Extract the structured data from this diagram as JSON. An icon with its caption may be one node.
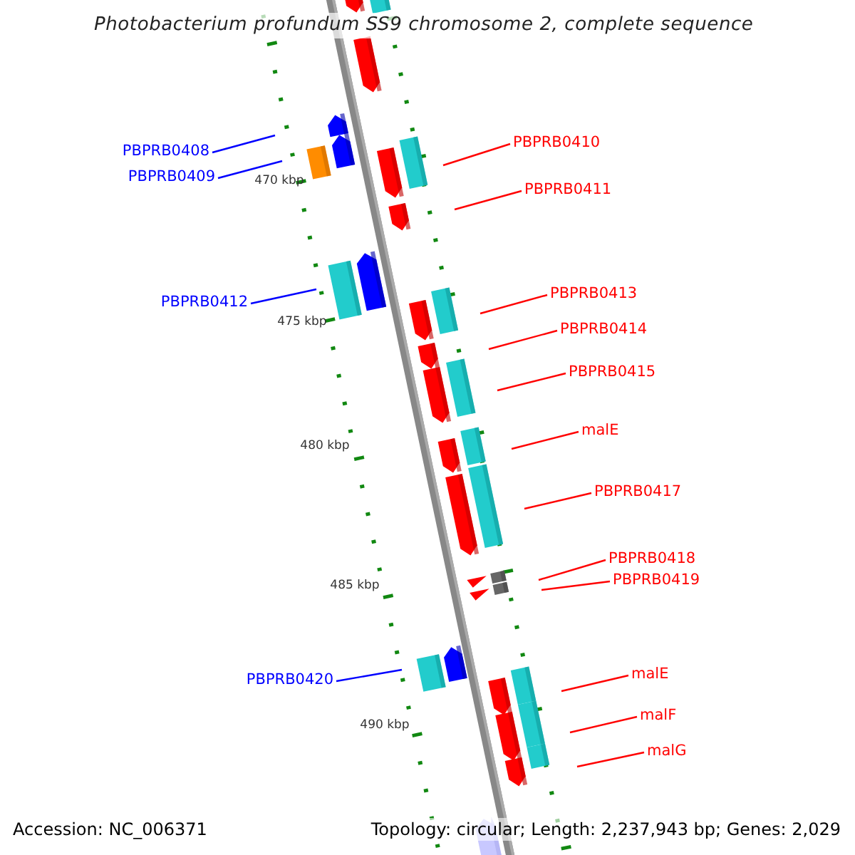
{
  "diagram": {
    "title": "Photobacterium profundum SS9 chromosome 2, complete sequence",
    "nodes": [
      {
        "text": [
          "PBPRB0408"
        ]
      },
      {
        "text": [
          "PBPRB0409"
        ]
      },
      {
        "text": [
          "PBPRB0410"
        ]
      },
      {
        "text": [
          "PBPRB0411"
        ]
      },
      {
        "text": [
          "PBPRB0412"
        ]
      },
      {
        "text": [
          "PBPRB0413"
        ]
      },
      {
        "text": [
          "PBPRB0414"
        ]
      },
      {
        "text": [
          "PBPRB0415"
        ]
      },
      {
        "text": [
          "malE"
        ]
      },
      {
        "text": [
          "PBPRB0417"
        ]
      },
      {
        "text": [
          "PBPRB0418"
        ]
      },
      {
        "text": [
          "PBPRB0419"
        ]
      },
      {
        "text": [
          "PBPRB0420"
        ]
      },
      {
        "text": [
          "malE"
        ]
      },
      {
        "text": [
          "malF"
        ]
      },
      {
        "text": [
          "malG"
        ]
      }
    ],
    "edges": [
      {
        "from": 0,
        "to": null,
        "arrow": "none",
        "color": "#0000ff"
      },
      {
        "from": 1,
        "to": null,
        "arrow": "none",
        "color": "#0000ff"
      },
      {
        "from": 2,
        "to": null,
        "arrow": "none"
      },
      {
        "from": 3,
        "to": null,
        "arrow": "none"
      },
      {
        "from": 4,
        "to": null,
        "arrow": "none",
        "color": "#0000ff"
      },
      {
        "from": 5,
        "to": null,
        "arrow": "none"
      },
      {
        "from": 6,
        "to": null,
        "arrow": "none"
      },
      {
        "from": 7,
        "to": null,
        "arrow": "none"
      },
      {
        "from": 8,
        "to": null,
        "arrow": "none"
      },
      {
        "from": 9,
        "to": null,
        "arrow": "none"
      },
      {
        "from": 10,
        "to": null,
        "arrow": "none"
      },
      {
        "from": 11,
        "to": null,
        "arrow": "none"
      },
      {
        "from": 12,
        "to": null,
        "arrow": "none",
        "color": "#0000ff"
      },
      {
        "from": 13,
        "to": null,
        "arrow": "none"
      },
      {
        "from": 14,
        "to": null,
        "arrow": "none"
      },
      {
        "from": 15,
        "to": null,
        "arrow": "none"
      }
    ],
    "labels": [
      "470 kbp",
      "475 kbp",
      "480 kbp",
      "485 kbp",
      "490 kbp",
      "Accession: NC_006371",
      "Topology: circular; Length: 2,237,943 bp; Genes: 2,029"
    ]
  }
}
